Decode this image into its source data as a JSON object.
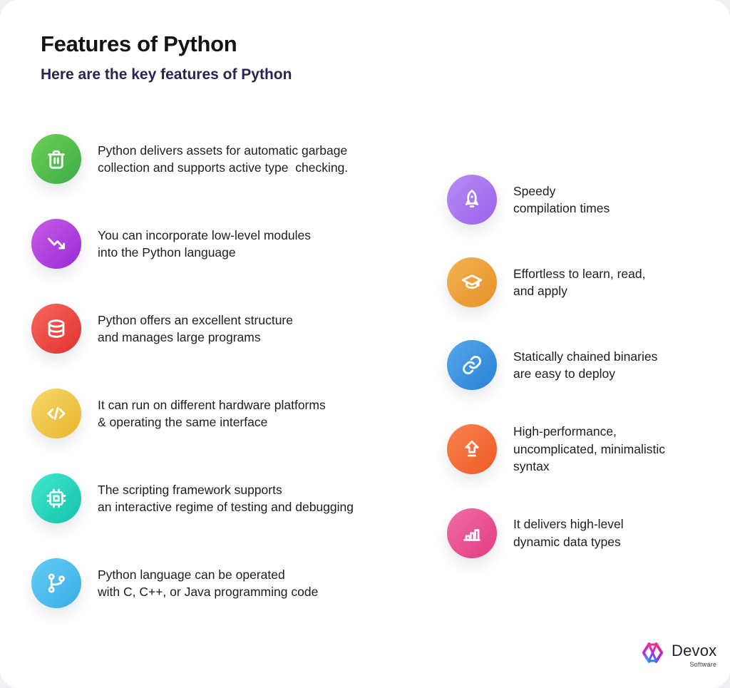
{
  "header": {
    "title": "Features of Python",
    "subtitle": "Here are the key features of Python"
  },
  "features_left": [
    {
      "icon": "trash-icon",
      "text": "Python delivers assets for automatic garbage\ncollection and supports active type  checking.",
      "gradient": {
        "from": "#6fd057",
        "to": "#3bac45"
      }
    },
    {
      "icon": "trending-down-icon",
      "text": "You can incorporate low-level modules\ninto the Python language",
      "gradient": {
        "from": "#c95bea",
        "to": "#9a2ad4"
      }
    },
    {
      "icon": "database-icon",
      "text": "Python offers an excellent structure\nand manages large programs",
      "gradient": {
        "from": "#f6685c",
        "to": "#e03131"
      }
    },
    {
      "icon": "code-icon",
      "text": "It can run on different hardware platforms\n& operating the same interface",
      "gradient": {
        "from": "#f6d969",
        "to": "#e9b42e"
      }
    },
    {
      "icon": "cpu-icon",
      "text": "The scripting framework supports\nan interactive regime of testing and debugging",
      "gradient": {
        "from": "#42e9cd",
        "to": "#12c2ab"
      }
    },
    {
      "icon": "git-branch-icon",
      "text": "Python language can be operated\nwith C, C++, or Java programming code",
      "gradient": {
        "from": "#66cdf5",
        "to": "#38ace6"
      }
    }
  ],
  "features_right": [
    {
      "icon": "rocket-icon",
      "text": "Speedy\ncompilation times",
      "gradient": {
        "from": "#b78df3",
        "to": "#9c61ee"
      }
    },
    {
      "icon": "graduation-cap-icon",
      "text": "Effortless to learn, read,\nand apply",
      "gradient": {
        "from": "#f2b254",
        "to": "#e79226"
      }
    },
    {
      "icon": "link-icon",
      "text": "Statically chained binaries\nare easy to deploy",
      "gradient": {
        "from": "#55a8e9",
        "to": "#2a80d5"
      }
    },
    {
      "icon": "upload-arrow-icon",
      "text": "High-performance,\nuncomplicated, minimalistic\nsyntax",
      "gradient": {
        "from": "#f8824f",
        "to": "#ef5a26"
      }
    },
    {
      "icon": "bar-chart-icon",
      "text": "It delivers high-level\ndynamic data types",
      "gradient": {
        "from": "#f06ea6",
        "to": "#e23a82"
      }
    }
  ],
  "brand": {
    "name": "Devox",
    "descriptor": "Software",
    "logo_colors": {
      "pink": "#ff2d7e",
      "purple": "#b02ee8",
      "blue": "#2f7ff2"
    }
  },
  "palette": {
    "title": "#141418",
    "subtitle": "#2b2352",
    "body_text": "#1e1e22",
    "background": "#ffffff"
  }
}
